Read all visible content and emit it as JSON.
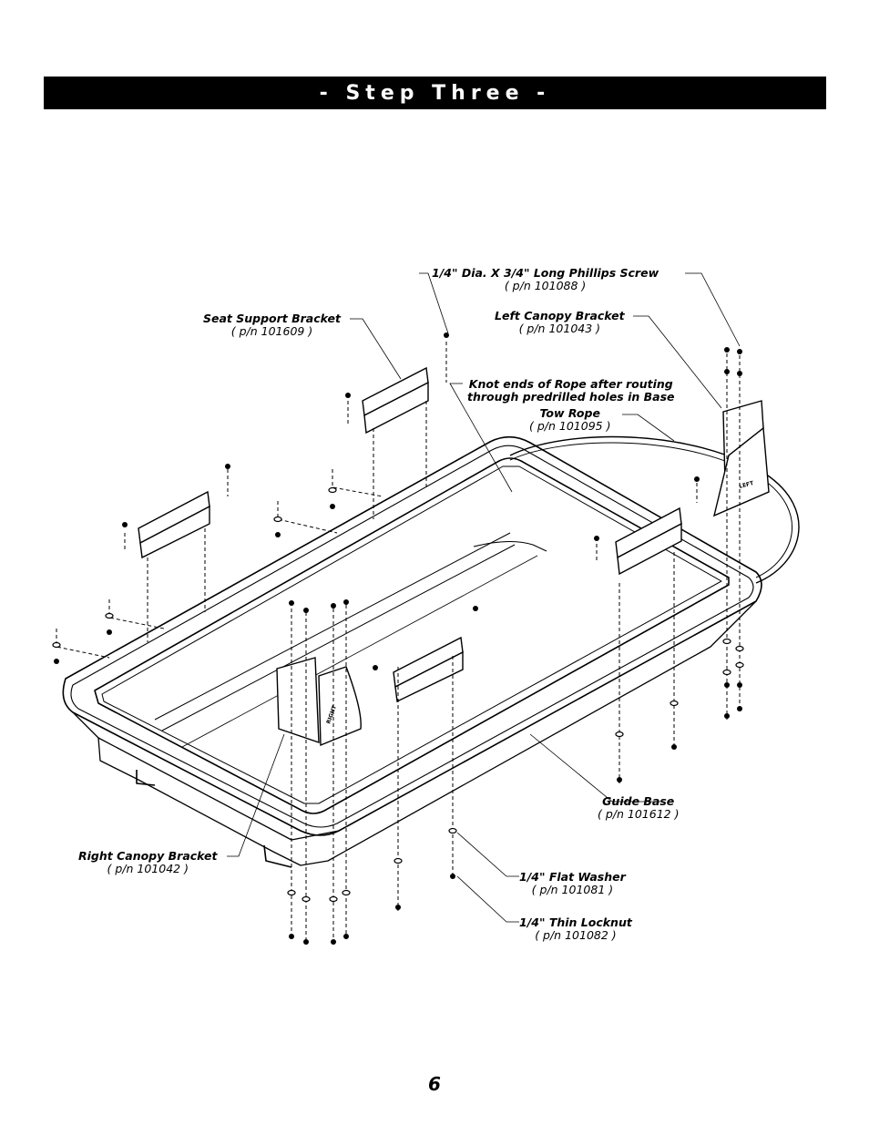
{
  "header": {
    "title": "- Step Three -"
  },
  "labels": {
    "screw": {
      "name": "1/4\" Dia. X 3/4\" Long Phillips Screw",
      "pn": "( p/n 101088 )"
    },
    "seat_bracket": {
      "name": "Seat Support Bracket",
      "pn": "( p/n 101609 )"
    },
    "left_canopy": {
      "name": "Left Canopy Bracket",
      "pn": "( p/n 101043 )"
    },
    "knot": {
      "line1": "Knot ends of Rope after routing",
      "line2": "through predrilled holes in Base"
    },
    "tow_rope": {
      "name": "Tow Rope",
      "pn": "( p/n 101095 )"
    },
    "guide_base": {
      "name": "Guide Base",
      "pn": "( p/n 101612 )"
    },
    "right_canopy": {
      "name": "Right Canopy Bracket",
      "pn": "( p/n 101042 )"
    },
    "flat_washer": {
      "name": "1/4\" Flat Washer",
      "pn": "( p/n 101081 )"
    },
    "locknut": {
      "name": "1/4\" Thin Locknut",
      "pn": "( p/n 101082 )"
    }
  },
  "bracket_marks": {
    "left": "LEFT",
    "right": "RIGHT"
  },
  "page": {
    "number": "6"
  }
}
